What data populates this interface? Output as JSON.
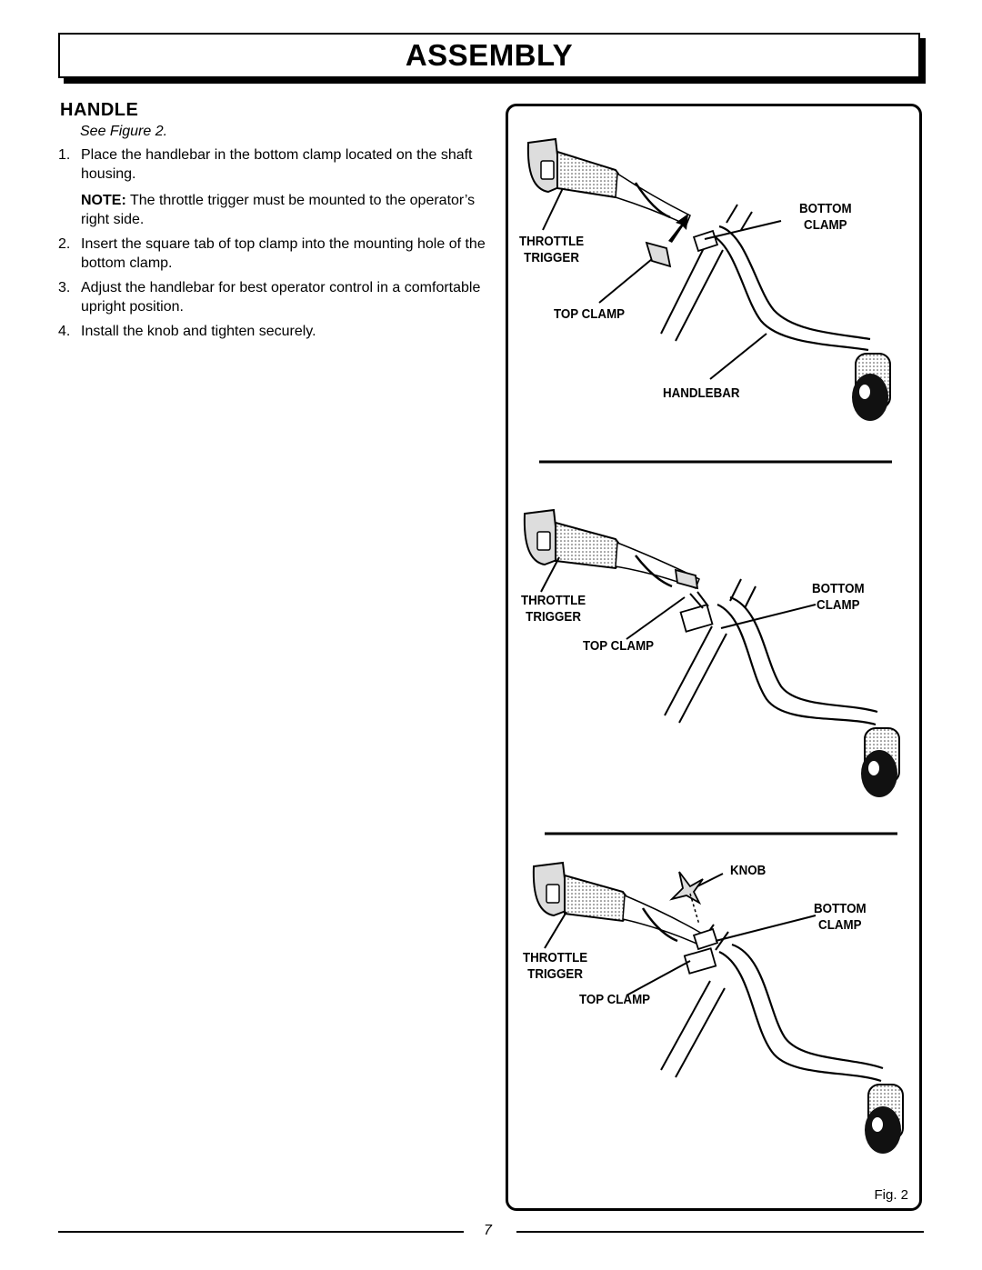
{
  "header": {
    "title": "ASSEMBLY"
  },
  "section": {
    "title": "HANDLE",
    "see_figure": "See Figure 2."
  },
  "steps": [
    {
      "num": "1.",
      "text": "Place the handlebar in the bottom clamp located on the shaft housing."
    },
    {
      "num": "2.",
      "text": "Insert the square tab of top clamp into the mounting hole of the bottom clamp."
    },
    {
      "num": "3.",
      "text": "Adjust the handlebar for best operator control in a comfortable upright position."
    },
    {
      "num": "4.",
      "text": "Install the knob and tighten securely."
    }
  ],
  "note": {
    "label": "NOTE:",
    "text": " The throttle trigger must be mounted to the operator’s right side."
  },
  "figure": {
    "caption": "Fig. 2",
    "panel1": {
      "bottom_clamp": "BOTTOM\nCLAMP",
      "throttle_trigger": "THROTTLE\nTRIGGER",
      "top_clamp": "TOP CLAMP",
      "handlebar": "HANDLEBAR"
    },
    "panel2": {
      "bottom_clamp": "BOTTOM\nCLAMP",
      "throttle_trigger": "THROTTLE\nTRIGGER",
      "top_clamp": "TOP CLAMP"
    },
    "panel3": {
      "knob": "KNOB",
      "bottom_clamp": "BOTTOM\nCLAMP",
      "throttle_trigger": "THROTTLE\nTRIGGER",
      "top_clamp": "TOP CLAMP"
    }
  },
  "footer": {
    "page_number": "7"
  }
}
